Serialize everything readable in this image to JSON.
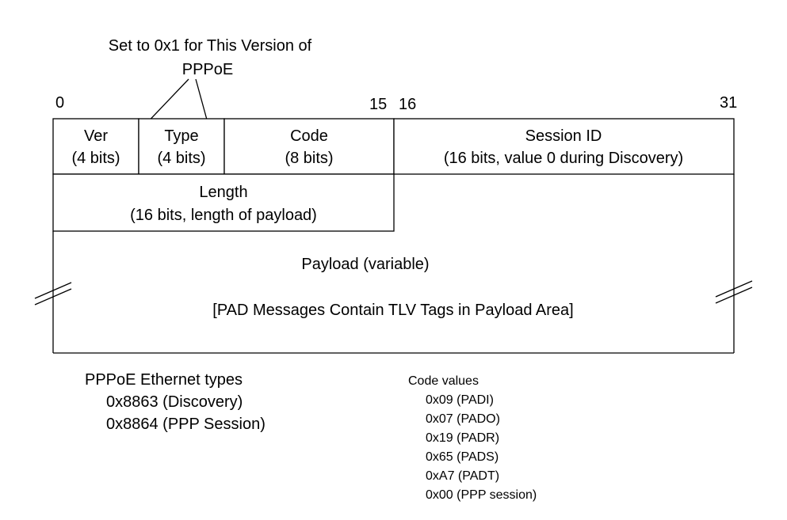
{
  "annotation": {
    "line1": "Set to 0x1 for This Version of",
    "line2": "PPPoE"
  },
  "bit_positions": {
    "start": "0",
    "mid_end": "15",
    "mid_start": "16",
    "end": "31"
  },
  "fields": {
    "ver": {
      "name": "Ver",
      "size": "(4 bits)"
    },
    "type": {
      "name": "Type",
      "size": "(4 bits)"
    },
    "code": {
      "name": "Code",
      "size": "(8 bits)"
    },
    "session_id": {
      "name": "Session ID",
      "size": "(16 bits, value 0 during Discovery)"
    },
    "length": {
      "name": "Length",
      "size": "(16 bits, length of payload)"
    },
    "payload": {
      "name": "Payload (variable)",
      "note": "[PAD Messages Contain TLV Tags in Payload Area]"
    }
  },
  "ethernet_types": {
    "title": "PPPoE Ethernet types",
    "items": [
      "0x8863 (Discovery)",
      "0x8864 (PPP Session)"
    ]
  },
  "code_values": {
    "title": "Code values",
    "items": [
      "0x09 (PADI)",
      "0x07 (PADO)",
      "0x19 (PADR)",
      "0x65 (PADS)",
      "0xA7 (PADT)",
      "0x00 (PPP session)"
    ]
  },
  "colors": {
    "line": "#000000",
    "background": "#ffffff"
  }
}
